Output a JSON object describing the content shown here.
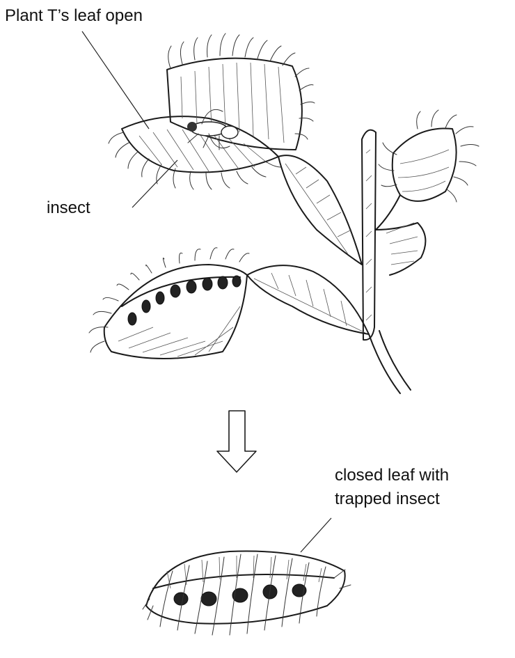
{
  "labels": {
    "open_leaf": "Plant T’s leaf open",
    "insect": "insect",
    "closed_leaf_line1": "closed leaf with",
    "closed_leaf_line2": "trapped insect"
  },
  "colors": {
    "ink": "#1a1a1a",
    "background": "#ffffff"
  },
  "icons": {
    "arrow": "down-arrow-icon"
  }
}
